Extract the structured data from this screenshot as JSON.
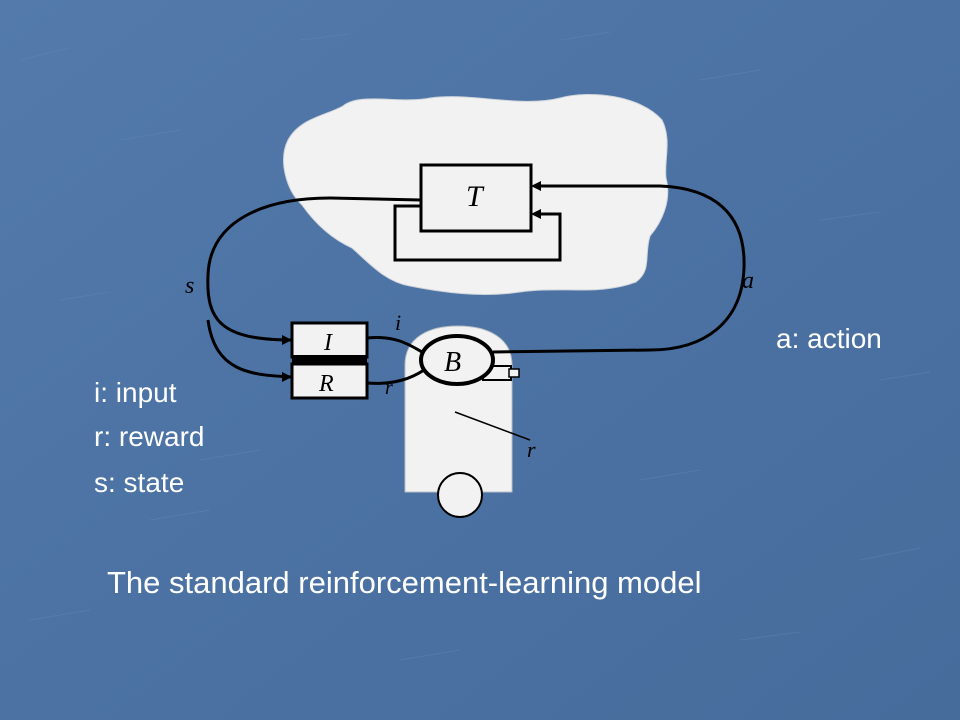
{
  "diagram": {
    "environment_box_label": "T",
    "input_box_label": "I",
    "reward_box_label": "R",
    "agent_label": "B",
    "edge_label_s": "s",
    "edge_label_a": "a",
    "edge_label_i": "i",
    "edge_label_r": "r",
    "policy_label": "r"
  },
  "legend": {
    "action": "a: action",
    "input": "i: input",
    "reward": "r: reward",
    "state": "s: state"
  },
  "caption": "The standard reinforcement-learning model",
  "colors": {
    "background": "#4d73a4",
    "figure_fill": "#f2f2f2",
    "line": "#000000",
    "text": "#ffffff"
  }
}
